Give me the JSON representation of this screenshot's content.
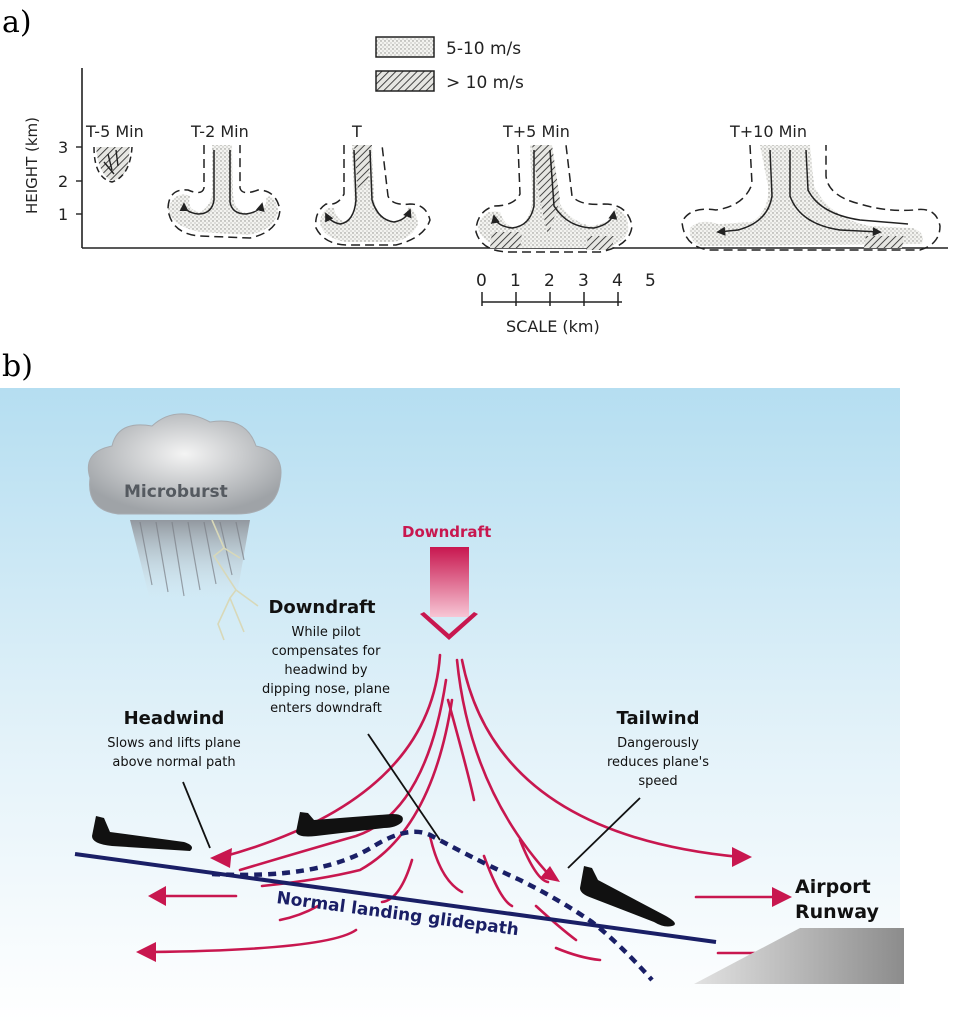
{
  "panel_a": {
    "label": "a)",
    "legend": {
      "dotted_label": "5-10 m/s",
      "hatched_label": "> 10 m/s"
    },
    "y_axis": {
      "title": "HEIGHT (km)",
      "ticks": [
        "1",
        "2",
        "3"
      ]
    },
    "stages": [
      "T-5 Min",
      "T-2 Min",
      "T",
      "T+5 Min",
      "T+10 Min"
    ],
    "scale": {
      "ticks": [
        "0",
        "1",
        "2",
        "3",
        "4",
        "5"
      ],
      "title": "SCALE (km)"
    }
  },
  "panel_b": {
    "label": "b)",
    "microburst_label": "Microburst",
    "downdraft_arrow_label": "Downdraft",
    "downdraft_title": "Downdraft",
    "downdraft_desc": [
      "While pilot",
      "compensates for",
      "headwind by",
      "dipping nose, plane",
      "enters downdraft"
    ],
    "headwind_title": "Headwind",
    "headwind_desc": [
      "Slows and lifts plane",
      "above normal path"
    ],
    "tailwind_title": "Tailwind",
    "tailwind_desc": [
      "Dangerously",
      "reduces plane's",
      "speed"
    ],
    "glidepath_label": "Normal landing glidepath",
    "runway_label": [
      "Airport",
      "Runway"
    ],
    "colors": {
      "wind": "#c8174f",
      "glidepath": "#1a1f66",
      "sky_top": "#b7dff1",
      "plane": "#111111"
    }
  }
}
